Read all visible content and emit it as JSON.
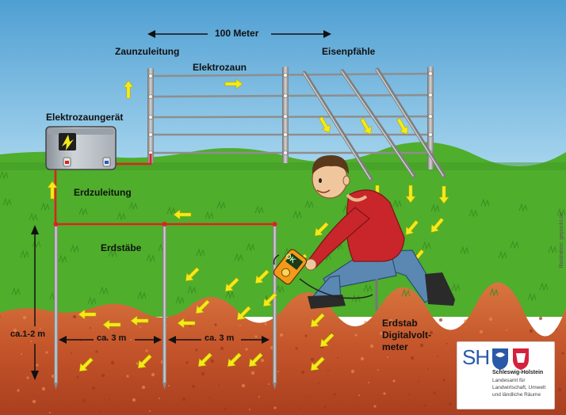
{
  "labels": {
    "distance": "100 Meter",
    "supply_line": "Zaunzuleitung",
    "electric_fence": "Elektrozaun",
    "iron_posts": "Eisenpfähle",
    "energizer": "Elektrozaungerät",
    "ground_line": "Erdzuleitung",
    "ground_rods": "Erdstäbe",
    "depth": "ca.1-2 m",
    "spacing_1": "ca. 3 m",
    "spacing_2": "ca. 3 m",
    "probe_1": "Erdstab",
    "probe_2": "Digitalvolt-",
    "probe_3": "meter"
  },
  "meter_display": "OK",
  "credit": "Illustration: gepunkt.de",
  "logo": {
    "letters": "SH",
    "name": "Schleswig-Holstein",
    "line1": "Landesamt für",
    "line2": "Landwirtschaft, Umwelt",
    "line3": "und ländliche Räume"
  },
  "colors": {
    "sky": "#5ea8d6",
    "grass": "#4fae2c",
    "soil": "#c4542a",
    "arrow": "#f4ea1a",
    "wire": "#d9251c",
    "fence": "#9a9a9a",
    "logo_blue": "#2a59a7",
    "logo_red": "#d4213d"
  }
}
